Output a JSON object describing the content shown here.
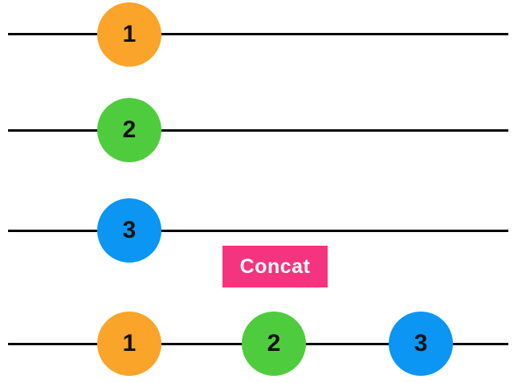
{
  "operator": {
    "label": "Concat",
    "background": "#F5347F",
    "text_color": "#FFFFFF"
  },
  "line_color": "#000000",
  "marble_text_color": "#111111",
  "streams": {
    "source_1": {
      "marbles": [
        {
          "label": "1",
          "color": "#FBA42A"
        }
      ]
    },
    "source_2": {
      "marbles": [
        {
          "label": "2",
          "color": "#4FCC3E"
        }
      ]
    },
    "source_3": {
      "marbles": [
        {
          "label": "3",
          "color": "#0A96F2"
        }
      ]
    },
    "output": {
      "marbles": [
        {
          "label": "1",
          "color": "#FBA42A"
        },
        {
          "label": "2",
          "color": "#4FCC3E"
        },
        {
          "label": "3",
          "color": "#0A96F2"
        }
      ]
    }
  }
}
